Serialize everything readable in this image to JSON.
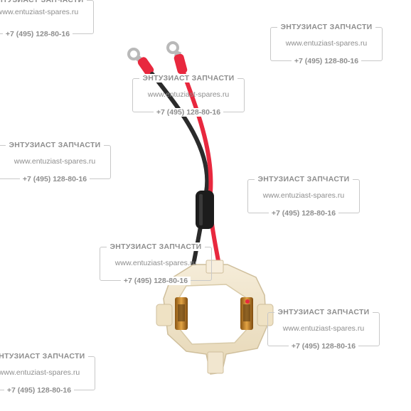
{
  "watermark": {
    "brand": "ЭНТУЗИАСТ ЗАПЧАСТИ",
    "site": "www.entuziast-spares.ru",
    "phone": "+7 (495) 128-80-16"
  },
  "colors": {
    "red_wire": "#e8283e",
    "black_wire": "#2b2b2b",
    "plastic": "#f1e6cf",
    "brass": "#c98a2a",
    "watermark_text": "#8e8e8e"
  }
}
